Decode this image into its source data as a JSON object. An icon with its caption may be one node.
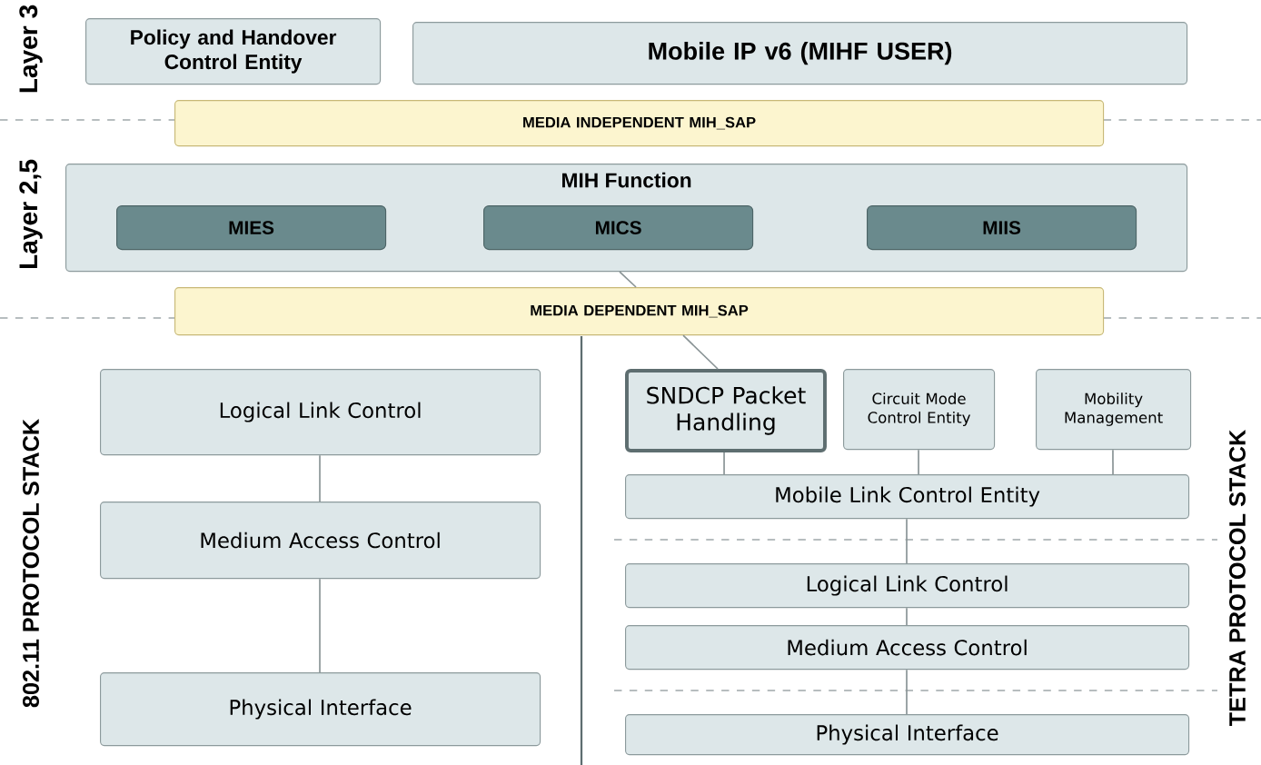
{
  "diagram": {
    "nodes": [
      {
        "text": [
          "Policy and Handover Control Entity"
        ]
      },
      {
        "text": [
          "Mobile IP v6 (MIHF USER)"
        ]
      },
      {
        "text": [
          "MEDIA INDEPENDENT MIH_SAP"
        ]
      },
      {
        "text": [
          "MIH Function"
        ]
      },
      {
        "text": [
          "MIES"
        ],
        "in": 3
      },
      {
        "text": [
          "MICS"
        ],
        "in": 3
      },
      {
        "text": [
          "MIIS"
        ],
        "in": 3
      },
      {
        "text": [
          "MEDIA DEPENDENT MIH_SAP"
        ]
      },
      {
        "text": [
          "Logical Link Control"
        ]
      },
      {
        "text": [
          "Medium Access Control"
        ]
      },
      {
        "text": [
          "Physical Interface"
        ]
      },
      {
        "text": [
          "SNDCP Packet Handling"
        ]
      },
      {
        "text": [
          "Circuit Mode Control Entity"
        ]
      },
      {
        "text": [
          "Mobility Management"
        ]
      },
      {
        "text": [
          "Mobile Link Control Entity"
        ]
      },
      {
        "text": [
          "Logical Link Control"
        ]
      },
      {
        "text": [
          "Medium Access Control"
        ]
      },
      {
        "text": [
          "Physical Interface"
        ]
      }
    ],
    "edges": [
      {
        "from": 8,
        "to": 9,
        "arrow": "none"
      },
      {
        "from": 9,
        "to": 10,
        "arrow": "none"
      },
      {
        "from": 3,
        "to": 7,
        "arrow": "none"
      },
      {
        "from": 7,
        "to": 11,
        "arrow": "none"
      },
      {
        "from": 11,
        "to": 14,
        "arrow": "none"
      },
      {
        "from": 12,
        "to": 14,
        "arrow": "none"
      },
      {
        "from": 13,
        "to": 14,
        "arrow": "none"
      },
      {
        "from": 14,
        "to": 15,
        "arrow": "none"
      },
      {
        "from": 15,
        "to": 16,
        "arrow": "none"
      },
      {
        "from": 16,
        "to": 17,
        "arrow": "none"
      }
    ],
    "labels": [
      "Layer 3",
      "Layer 2,5",
      "802.11 PROTOCOL STACK",
      "TETRA PROTOCOL STACK"
    ]
  }
}
